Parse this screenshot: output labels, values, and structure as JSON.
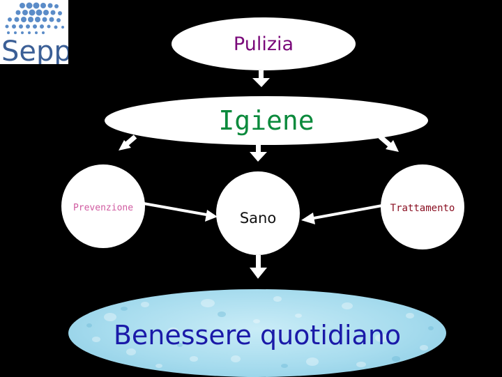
{
  "logo": {
    "text": "Sepp",
    "color": "#3b5f96",
    "dot_color": "#5b8cc8"
  },
  "nodes": {
    "pulizia": "Pulizia",
    "igiene": "Igiene",
    "prevenzione": "Prevenzione",
    "sano": "Sano",
    "trattamento": "Trattamento",
    "benessere": "Benessere quotidiano"
  },
  "colors": {
    "background": "#000000",
    "pulizia_text": "#7a0a7a",
    "igiene_text": "#0b8a3c",
    "prevenzione_text": "#d05aa0",
    "trattamento_text": "#8a0f22",
    "benessere_text": "#1a1aa8",
    "benessere_fill": "#a7dcee",
    "arrow": "#ffffff"
  }
}
